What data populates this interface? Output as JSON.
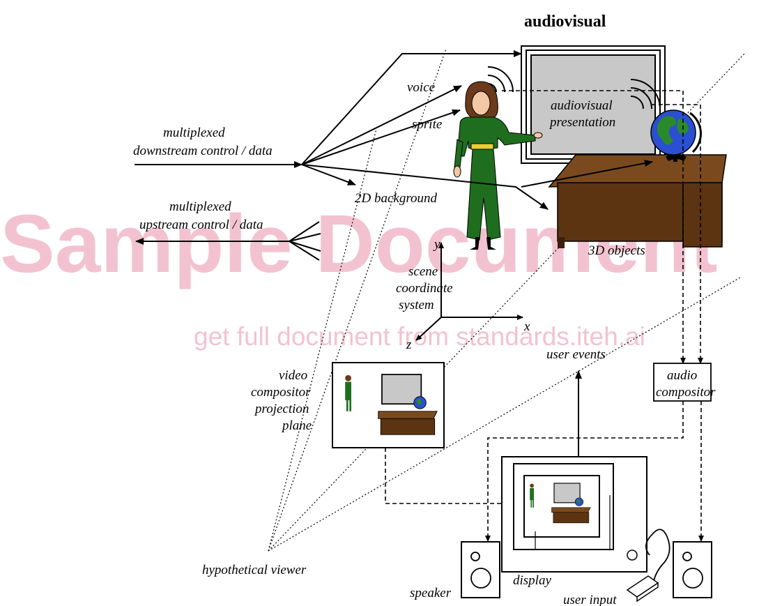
{
  "title": "audiovisual",
  "watermark": {
    "main": "Sample Document",
    "sub": "get full document from standards.iteh.ai"
  },
  "labels": {
    "downstream_1": "multiplexed",
    "downstream_2": "downstream control / data",
    "upstream_1": "multiplexed",
    "upstream_2": "upstream control / data",
    "voice": "voice",
    "sprite": "sprite",
    "presentation_1": "audiovisual",
    "presentation_2": "presentation",
    "background": "2D background",
    "objects": "3D objects",
    "scene_1": "scene",
    "scene_2": "coordinate",
    "scene_3": "system",
    "axis_x": "x",
    "axis_y": "y",
    "axis_z": "z",
    "video_1": "video",
    "video_2": "compositor",
    "video_3": "projection",
    "video_4": "plane",
    "user_events": "user events",
    "audio_1": "audio",
    "audio_2": "compositor",
    "viewer": "hypothetical viewer",
    "speaker": "speaker",
    "display": "display",
    "user_input": "user input"
  },
  "colors": {
    "screen_fill": "#c8c8c8",
    "desk_top": "#7a4a1e",
    "desk_front": "#5c3412",
    "dress": "#1f6e1f",
    "globe_ocean": "#2a4fd0",
    "globe_land": "#2a8a2a",
    "watermark": "#f2b8c8"
  }
}
